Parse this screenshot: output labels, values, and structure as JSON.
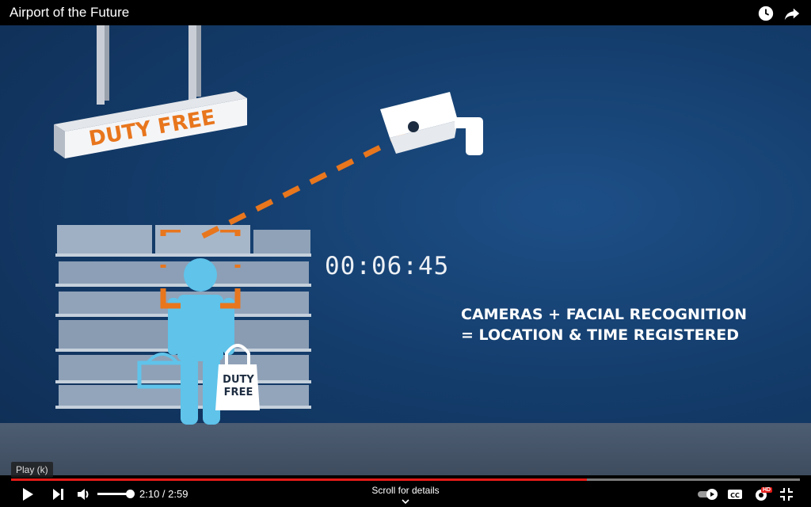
{
  "window": {
    "title": "Airport of the Future"
  },
  "header_icons": [
    "watch-later-icon",
    "share-icon"
  ],
  "scene": {
    "sign_text": "DUTY FREE",
    "bag_text_line1": "DUTY",
    "bag_text_line2": "FREE",
    "timer": "00:06:45",
    "caption_line1": "CAMERAS + FACIAL RECOGNITION",
    "caption_line2": "= LOCATION & TIME REGISTERED"
  },
  "controls": {
    "tooltip": "Play (k)",
    "time_display": "2:10 / 2:59",
    "scroll_hint": "Scroll for details",
    "progress_fraction": 0.73,
    "hd_badge": "HD"
  },
  "colors": {
    "accent_orange": "#e8761d",
    "figure_blue": "#5fc3ea",
    "progress_red": "#e41b17",
    "background_blue": "#143d6c"
  }
}
